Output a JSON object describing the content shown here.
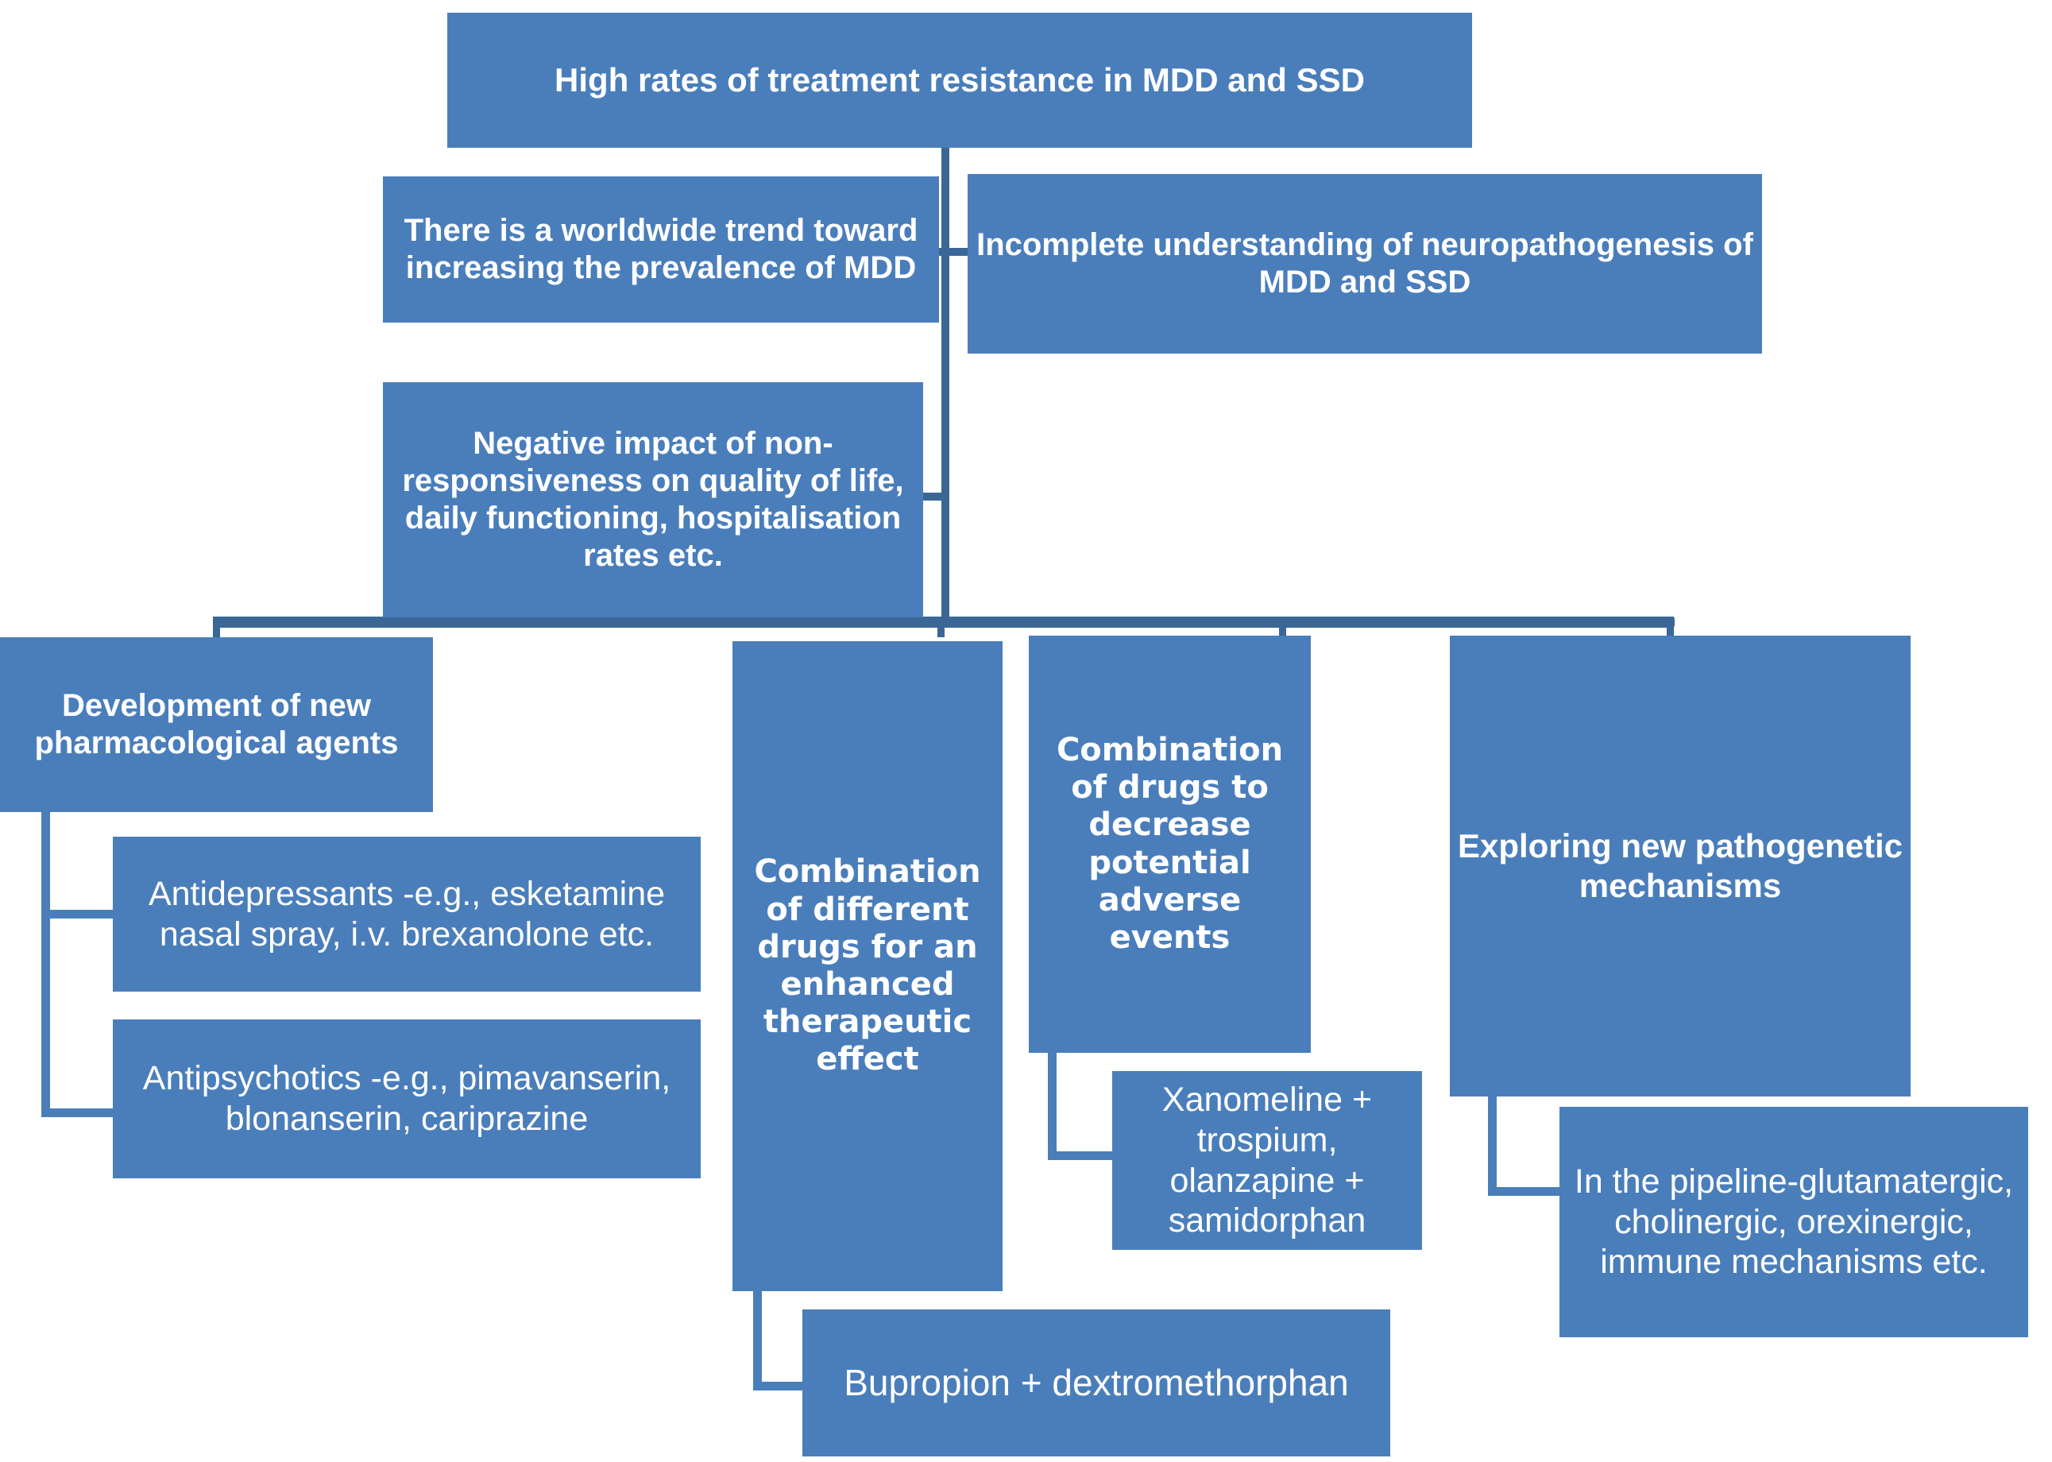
{
  "diagram": {
    "title": "High rates of treatment resistance in MDD and SSD",
    "type": "flowchart",
    "colors": {
      "node_fill": "#4A7EBB",
      "connector_dark": "#3A6796",
      "connector_light": "#4A7EBB",
      "text": "#FFFFFF",
      "background": "#FFFFFF"
    },
    "nodes": {
      "root": "High rates of treatment resistance in MDD and SSD",
      "cause_trend": "There is a worldwide  trend toward  increasing the prevalence of MDD",
      "cause_incomplete": "Incomplete understanding of neuropathogenesis of MDD and SSD",
      "cause_negative_impact": "Negative impact of non-responsiveness on quality of life, daily functioning, hospitalisation rates etc.",
      "branch_development": "Development of new pharmacological agents",
      "branch_combination_enhanced": "Combination of different drugs for an enhanced therapeutic effect",
      "branch_combination_adverse": "Combination of drugs to decrease potential adverse events",
      "branch_exploring": "Exploring new pathogenetic mechanisms",
      "leaf_antidepressants": "Antidepressants -e.g., esketamine nasal spray, i.v. brexanolone etc.",
      "leaf_antipsychotics": "Antipsychotics -e.g., pimavanserin, blonanserin, cariprazine",
      "leaf_bupropion": "Bupropion + dextromethorphan",
      "leaf_xanomeline": "Xanomeline + trospium, olanzapine + samidorphan",
      "leaf_pipeline": "In the pipeline-glutamatergic, cholinergic, orexinergic, immune mechanisms etc."
    }
  }
}
